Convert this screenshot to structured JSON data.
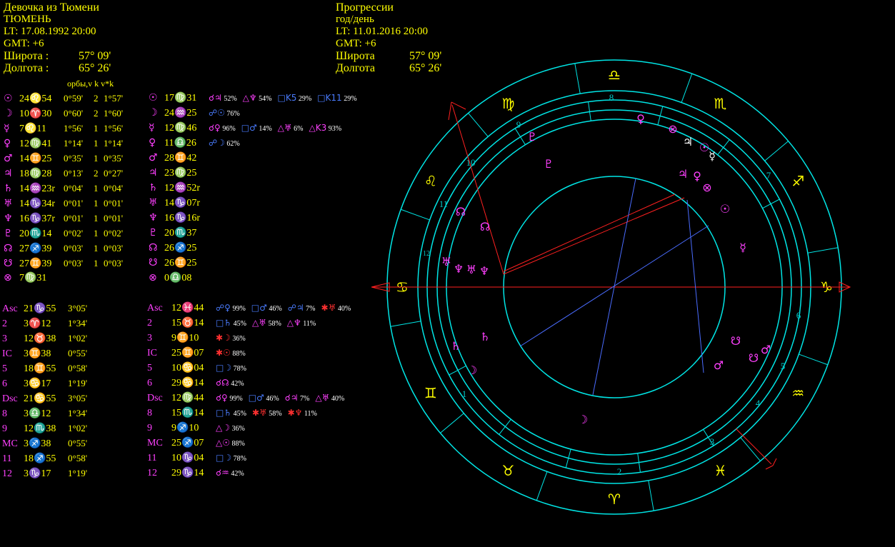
{
  "natal": {
    "title": "Девочка из Тюмени",
    "city": "ТЮМЕНЬ",
    "lt": "LT: 17.08.1992  20:00",
    "gmt": "GMT: +6",
    "lat_label": "Широта :",
    "lat_value": "57° 09'",
    "lon_label": "Долгота :",
    "lon_value": "65° 26'"
  },
  "prog": {
    "title": "Прогрессии",
    "mode": "год/день",
    "lt": "LT: 11.01.2016  20:00",
    "gmt": "GMT: +6",
    "lat_label": "Широта",
    "lat_value": "57° 09'",
    "lon_label": "Долгота",
    "lon_value": "65° 26'"
  },
  "orb_header": "орбы,v   k    v*k",
  "planets_natal": [
    {
      "glyph": "☉",
      "pos": "24♌54",
      "orb": "0°59'",
      "k": "2",
      "vk": "1°57'"
    },
    {
      "glyph": "☽",
      "pos": "10♈30",
      "orb": "0°60'",
      "k": "2",
      "vk": "1°60'"
    },
    {
      "glyph": "☿",
      "pos": "7♌11",
      "orb": "1°56'",
      "k": "1",
      "vk": "1°56'"
    },
    {
      "glyph": "♀",
      "pos": "12♍41",
      "orb": "1°14'",
      "k": "1",
      "vk": "1°14'"
    },
    {
      "glyph": "♂",
      "pos": "14♊25",
      "orb": "0°35'",
      "k": "1",
      "vk": "0°35'"
    },
    {
      "glyph": "♃",
      "pos": "18♍28",
      "orb": "0°13'",
      "k": "2",
      "vk": "0°27'"
    },
    {
      "glyph": "♄",
      "pos": "14♒23r",
      "orb": "0°04'",
      "k": "1",
      "vk": "0°04'"
    },
    {
      "glyph": "♅",
      "pos": "14♑34r",
      "orb": "0°01'",
      "k": "1",
      "vk": "0°01'"
    },
    {
      "glyph": "♆",
      "pos": "16♑37r",
      "orb": "0°01'",
      "k": "1",
      "vk": "0°01'"
    },
    {
      "glyph": "♇",
      "pos": "20♏14",
      "orb": "0°02'",
      "k": "1",
      "vk": "0°02'"
    },
    {
      "glyph": "☊",
      "pos": "27♐39",
      "orb": "0°03'",
      "k": "1",
      "vk": "0°03'"
    },
    {
      "glyph": "☋",
      "pos": "27♊39",
      "orb": "0°03'",
      "k": "1",
      "vk": "0°03'"
    },
    {
      "glyph": "⊗",
      "pos": "7♍31",
      "orb": "",
      "k": "",
      "vk": ""
    }
  ],
  "planets_prog": [
    {
      "glyph": "☉",
      "pos": "17♍31",
      "aspects": [
        {
          "g": "☌♃",
          "p": "52%",
          "c": "pink"
        },
        {
          "g": "△♆",
          "p": "54%",
          "c": "pink"
        },
        {
          "g": "□K5",
          "p": "29%",
          "c": "blue"
        },
        {
          "g": "□K11",
          "p": "29%",
          "c": "blue"
        }
      ]
    },
    {
      "glyph": "☽",
      "pos": "24♒25",
      "aspects": [
        {
          "g": "☍☉",
          "p": "76%",
          "c": "blue"
        }
      ]
    },
    {
      "glyph": "☿",
      "pos": "12♍46",
      "aspects": [
        {
          "g": "☌♀",
          "p": "96%",
          "c": "pink"
        },
        {
          "g": "□♂",
          "p": "14%",
          "c": "blue"
        },
        {
          "g": "△♅",
          "p": "6%",
          "c": "pink"
        },
        {
          "g": "△K3",
          "p": "93%",
          "c": "pink"
        }
      ]
    },
    {
      "glyph": "♀",
      "pos": "11♎26",
      "aspects": [
        {
          "g": "☍☽",
          "p": "62%",
          "c": "blue"
        }
      ]
    },
    {
      "glyph": "♂",
      "pos": "28♊42",
      "aspects": []
    },
    {
      "glyph": "♃",
      "pos": "23♍25",
      "aspects": []
    },
    {
      "glyph": "♄",
      "pos": "12♒52r",
      "aspects": []
    },
    {
      "glyph": "♅",
      "pos": "14♑07r",
      "aspects": []
    },
    {
      "glyph": "♆",
      "pos": "16♑16r",
      "aspects": []
    },
    {
      "glyph": "♇",
      "pos": "20♏37",
      "aspects": []
    },
    {
      "glyph": "☊",
      "pos": "26♐25",
      "aspects": []
    },
    {
      "glyph": "☋",
      "pos": "26♊25",
      "aspects": []
    },
    {
      "glyph": "⊗",
      "pos": "0♎08",
      "aspects": []
    }
  ],
  "houses_natal": [
    {
      "label": "Asc",
      "pos": "21♑55",
      "orb": "3°05'"
    },
    {
      "label": "2",
      "pos": "3♈12",
      "orb": "1°34'"
    },
    {
      "label": "3",
      "pos": "12♉38",
      "orb": "1°02'"
    },
    {
      "label": "IC",
      "pos": "3♊38",
      "orb": "0°55'"
    },
    {
      "label": "5",
      "pos": "18♊55",
      "orb": "0°58'"
    },
    {
      "label": "6",
      "pos": "3♋17",
      "orb": "1°19'"
    },
    {
      "label": "Dsc",
      "pos": "21♋55",
      "orb": "3°05'"
    },
    {
      "label": "8",
      "pos": "3♎12",
      "orb": "1°34'"
    },
    {
      "label": "9",
      "pos": "12♏38",
      "orb": "1°02'"
    },
    {
      "label": "MC",
      "pos": "3♐38",
      "orb": "0°55'"
    },
    {
      "label": "11",
      "pos": "18♐55",
      "orb": "0°58'"
    },
    {
      "label": "12",
      "pos": "3♑17",
      "orb": "1°19'"
    }
  ],
  "houses_prog": [
    {
      "label": "Asc",
      "pos": "12♓44",
      "aspects": [
        {
          "g": "☍♀",
          "p": "99%",
          "c": "blue"
        },
        {
          "g": "□♂",
          "p": "46%",
          "c": "blue"
        },
        {
          "g": "☍♃",
          "p": "7%",
          "c": "blue"
        },
        {
          "g": "✱♅",
          "p": "40%",
          "c": "red"
        }
      ]
    },
    {
      "label": "2",
      "pos": "15♉14",
      "aspects": [
        {
          "g": "□♄",
          "p": "45%",
          "c": "blue"
        },
        {
          "g": "△♅",
          "p": "58%",
          "c": "pink"
        },
        {
          "g": "△♆",
          "p": "11%",
          "c": "pink"
        }
      ]
    },
    {
      "label": "3",
      "pos": "9♊10",
      "aspects": [
        {
          "g": "✱☽",
          "p": "36%",
          "c": "red"
        }
      ]
    },
    {
      "label": "IC",
      "pos": "25♊07",
      "aspects": [
        {
          "g": "✱☉",
          "p": "88%",
          "c": "red"
        }
      ]
    },
    {
      "label": "5",
      "pos": "10♋04",
      "aspects": [
        {
          "g": "□☽",
          "p": "78%",
          "c": "blue"
        }
      ]
    },
    {
      "label": "6",
      "pos": "29♋14",
      "aspects": [
        {
          "g": "☌☊",
          "p": "42%",
          "c": "pink"
        }
      ]
    },
    {
      "label": "Dsc",
      "pos": "12♍44",
      "aspects": [
        {
          "g": "☌♀",
          "p": "99%",
          "c": "pink"
        },
        {
          "g": "□♂",
          "p": "46%",
          "c": "blue"
        },
        {
          "g": "☌♃",
          "p": "7%",
          "c": "pink"
        },
        {
          "g": "△♅",
          "p": "40%",
          "c": "pink"
        }
      ]
    },
    {
      "label": "8",
      "pos": "15♏14",
      "aspects": [
        {
          "g": "□♄",
          "p": "45%",
          "c": "blue"
        },
        {
          "g": "✱♅",
          "p": "58%",
          "c": "red"
        },
        {
          "g": "✱♆",
          "p": "11%",
          "c": "red"
        }
      ]
    },
    {
      "label": "9",
      "pos": "9♐10",
      "aspects": [
        {
          "g": "△☽",
          "p": "36%",
          "c": "pink"
        }
      ]
    },
    {
      "label": "MC",
      "pos": "25♐07",
      "aspects": [
        {
          "g": "△☉",
          "p": "88%",
          "c": "pink"
        }
      ]
    },
    {
      "label": "11",
      "pos": "10♑04",
      "aspects": [
        {
          "g": "□☽",
          "p": "78%",
          "c": "blue"
        }
      ]
    },
    {
      "label": "12",
      "pos": "29♑14",
      "aspects": [
        {
          "g": "☌♒",
          "p": "42%",
          "c": "pink"
        }
      ]
    }
  ],
  "wheel": {
    "sign_glyphs": [
      "♎",
      "♍",
      "♌",
      "♋",
      "♊",
      "♉",
      "♈",
      "♓",
      "♒",
      "♑",
      "♐",
      "♏"
    ],
    "house_numbers": [
      "1",
      "2",
      "3",
      "4",
      "5",
      "6",
      "7",
      "8",
      "9",
      "10",
      "11",
      "12"
    ],
    "colors": {
      "ring": "#00e5e5",
      "planet": "#ff40ff",
      "axis": "#ff2020",
      "aspect": "#4a6cff",
      "house": "#00c8c8"
    }
  }
}
